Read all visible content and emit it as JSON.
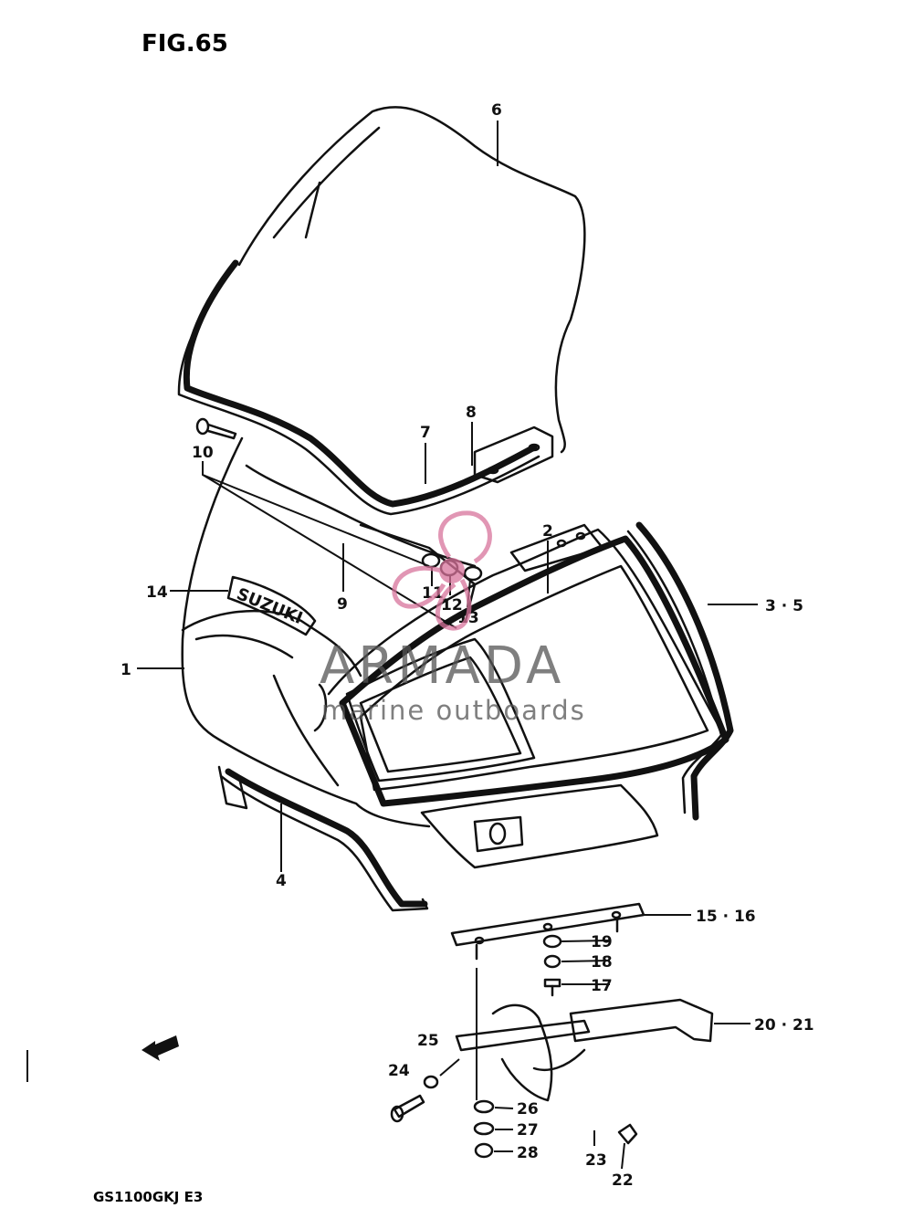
{
  "figure": {
    "title": "FIG.65",
    "model_code": "GS1100GKJ E3"
  },
  "watermark": {
    "brand": "ARMADA",
    "tagline": "marine outboards",
    "logo_color": "#d8739b",
    "text_color": "#555555"
  },
  "emblem_text": "SUZUKI",
  "callouts": {
    "c1": "1",
    "c2": "2",
    "c3_5": "3 · 5",
    "c4": "4",
    "c6": "6",
    "c7": "7",
    "c8": "8",
    "c9": "9",
    "c10": "10",
    "c11": "11",
    "c12": "12",
    "c13": "13",
    "c14": "14",
    "c15_16": "15 · 16",
    "c17": "17",
    "c18": "18",
    "c19": "19",
    "c20_21": "20 · 21",
    "c22": "22",
    "c23": "23",
    "c24": "24",
    "c25": "25",
    "c26": "26",
    "c27": "27",
    "c28": "28"
  }
}
